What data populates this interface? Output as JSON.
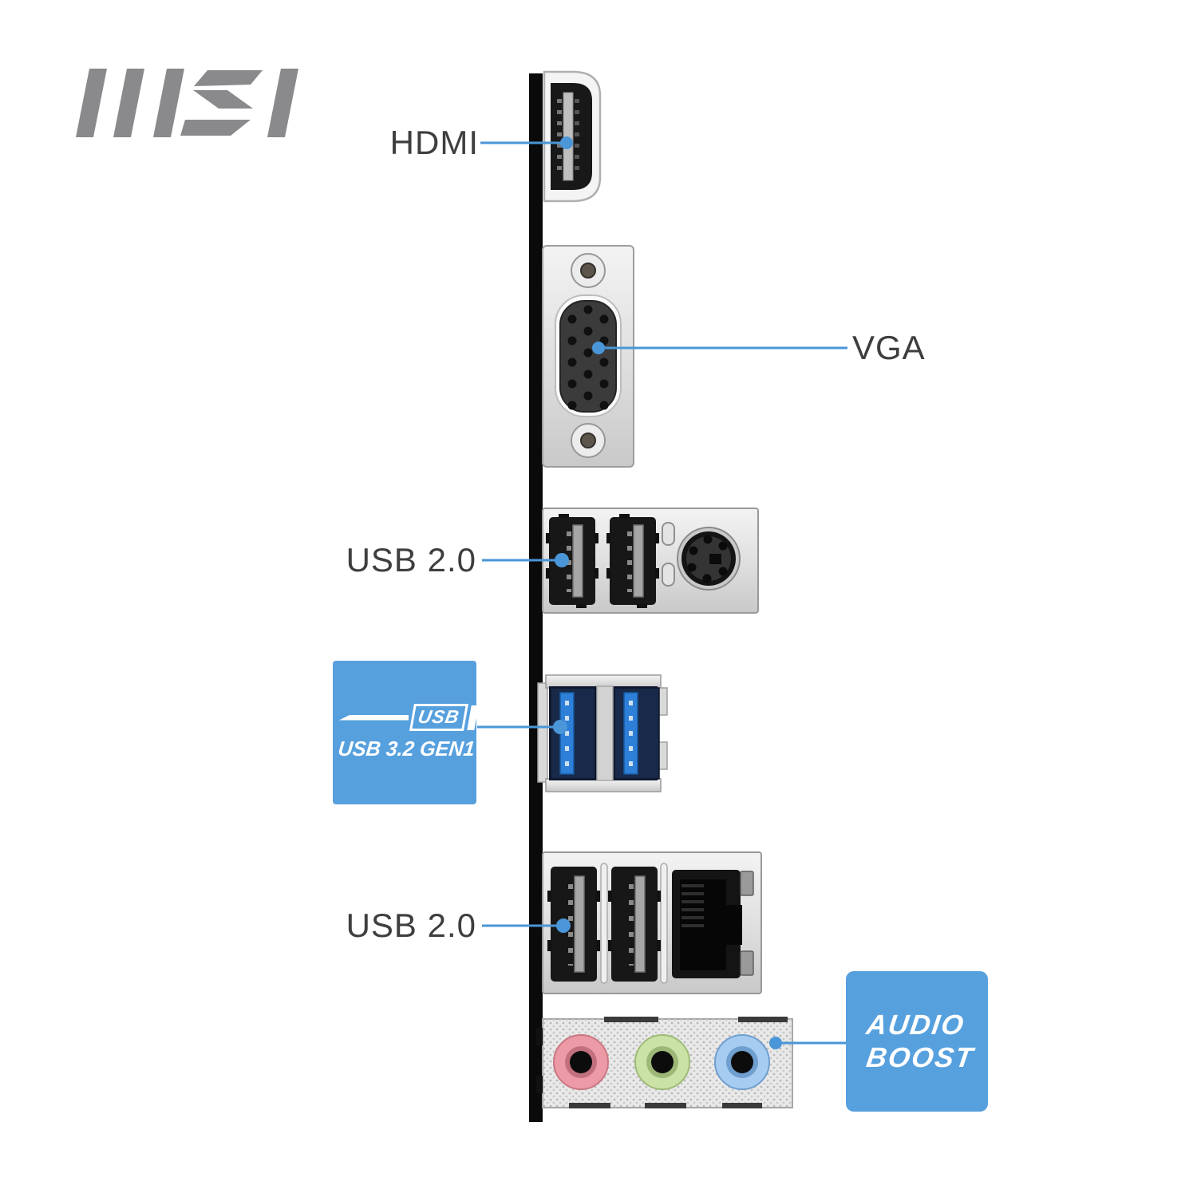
{
  "brand": {
    "name": "MSI"
  },
  "labels": {
    "hdmi": "HDMI",
    "vga": "VGA",
    "usb2_top": "USB 2.0",
    "usb2_bottom": "USB 2.0"
  },
  "badges": {
    "usb32": {
      "logo_text": "USB",
      "caption": "USB 3.2 GEN1"
    },
    "audio_boost": {
      "line1": "AUDIO",
      "line2": "BOOST"
    }
  },
  "ports": {
    "hdmi": "hdmi-port",
    "vga": "vga-port",
    "usb2_ps2_block": "dual-usb2-ps2-block",
    "usb32_block": "dual-usb32-gen1-block",
    "usb2_lan_block": "dual-usb2-lan-block",
    "audio_jacks": [
      "pink-jack",
      "green-jack",
      "blue-jack"
    ]
  },
  "colors": {
    "accent_blue": "#57a0de",
    "connector_line_blue": "#4a96d8",
    "label_text": "#3e3e3e",
    "logo_gray": "#8a8a8d",
    "jack_pink": "#ec9aa6",
    "jack_green": "#cbe2a6",
    "jack_blue": "#a6cdf1"
  }
}
